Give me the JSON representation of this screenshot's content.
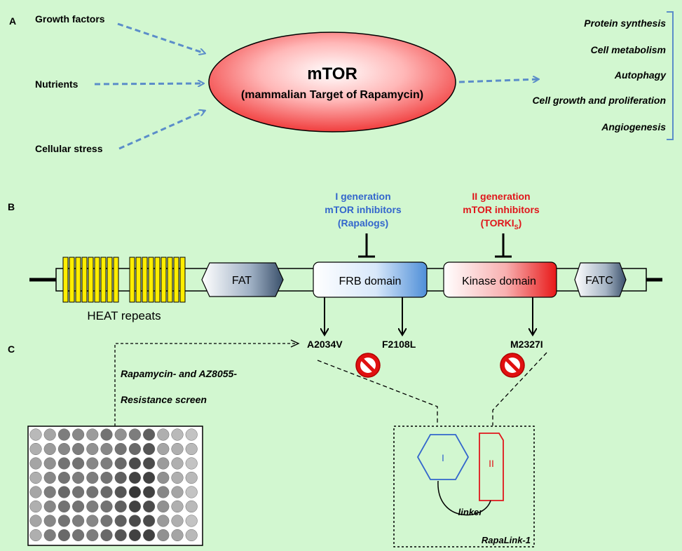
{
  "panel_a": {
    "label": "A",
    "inputs": [
      "Growth factors",
      "Nutrients",
      "Cellular stress"
    ],
    "center_title": "mTOR",
    "center_subtitle": "(mammalian Target of Rapamycin)",
    "outputs": [
      "Protein synthesis",
      "Cell metabolism",
      "Autophagy",
      "Cell growth and proliferation",
      "Angiogenesis"
    ]
  },
  "panel_b": {
    "label": "B",
    "gen1": [
      "I generation",
      "mTOR  inhibitors",
      "(Rapalogs)"
    ],
    "gen2": [
      "II generation",
      "mTOR  inhibitors"
    ],
    "gen2_paren_open": "(TORKI",
    "gen2_subscript": "S",
    "gen2_paren_close": ")",
    "domains": {
      "fat": "FAT",
      "frb": "FRB domain",
      "kinase": "Kinase domain",
      "fatc": "FATC",
      "heat": "HEAT repeats"
    },
    "mutations": [
      "A2034V",
      "F2108L",
      "M2327I"
    ]
  },
  "panel_c": {
    "label": "C",
    "screen_line1": "Rapamycin- and AZ8055-",
    "screen_line2": "Resistance screen",
    "rapalink_label": "RapaLink-1",
    "linker_label": "linker",
    "hex_label": "I",
    "rect_label": "II"
  },
  "colors": {
    "background": "#d2f7d0",
    "arrow": "#5b8dc9",
    "gen1_text": "#3366cc",
    "gen2_text": "#e0161b",
    "heat_fill": "#ffee00",
    "mtor_fill": "#f04040"
  }
}
